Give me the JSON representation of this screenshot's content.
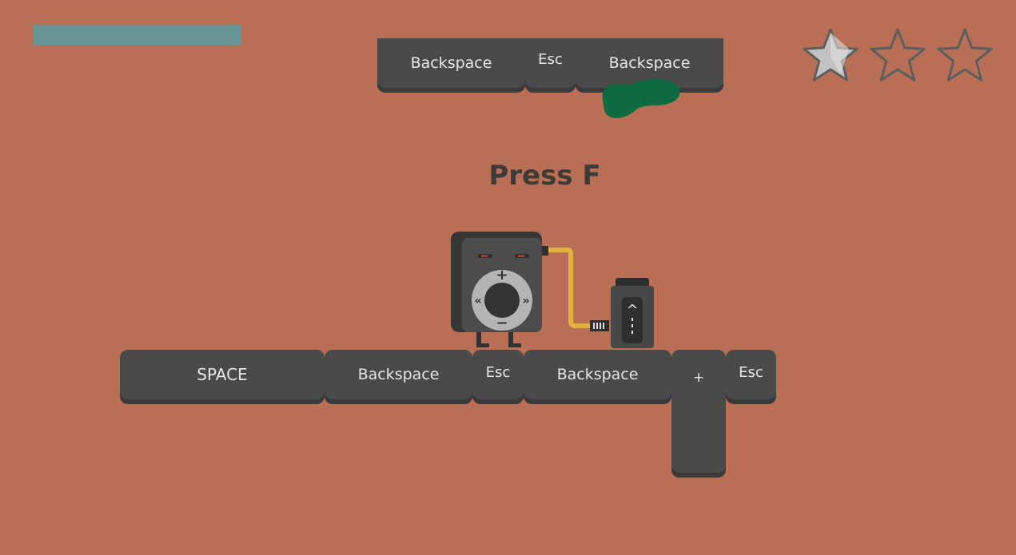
{
  "progress": {
    "value": 1.0,
    "color": "#679394"
  },
  "stars": {
    "total": 3,
    "earned": 1,
    "filled_color": "#c2c2c2",
    "empty_color": "#b86f56",
    "outline_color": "#5e5e5e"
  },
  "prompt": "Press F",
  "top_keys": [
    {
      "label": "Backspace"
    },
    {
      "label": "Esc"
    },
    {
      "label": "Backspace"
    }
  ],
  "bottom_keys": [
    {
      "label": "SPACE"
    },
    {
      "label": "Backspace"
    },
    {
      "label": "Esc"
    },
    {
      "label": "Backspace"
    },
    {
      "label": "+"
    },
    {
      "label": "Esc"
    }
  ],
  "character": {
    "name": "music-player-robot",
    "dpad": {
      "up": "+",
      "down": "−",
      "left": "«",
      "right": "»"
    }
  },
  "goal": {
    "icon": "arrow-up-icon",
    "symbol": "^"
  },
  "slime_color": "#0d6a41"
}
